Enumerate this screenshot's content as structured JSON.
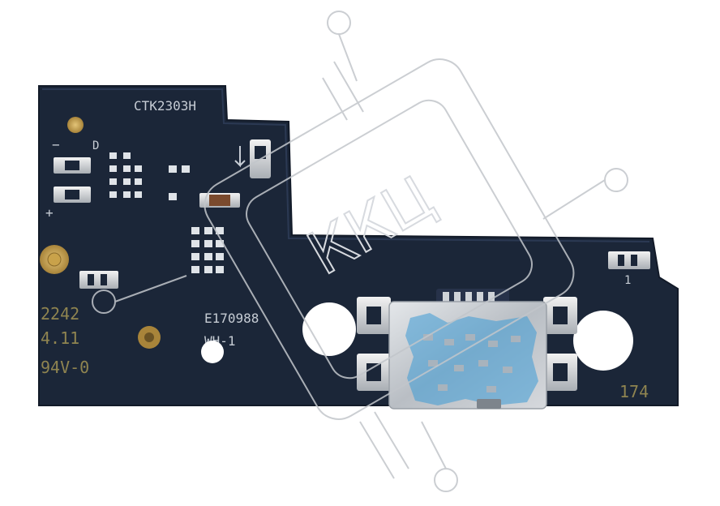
{
  "board": {
    "labels": {
      "part_code": "CTK2303H",
      "date_code": "2242",
      "version": "4.11",
      "flammability": "94V-0",
      "cert_code": "E170988",
      "cert_suffix": "WH-1",
      "right_code": "174",
      "pin_one": "1",
      "minus_mark": "−",
      "plus_mark": "+",
      "d_mark": "D"
    },
    "colors": {
      "pcb": "#1b2638",
      "silkscreen": "#c6ccd4",
      "pad_gold": "#c9a24a",
      "connector_metal": "#c7ccd2",
      "tape_blue": "#3d9ad6"
    }
  },
  "watermark": {
    "text": "ККЦ"
  }
}
